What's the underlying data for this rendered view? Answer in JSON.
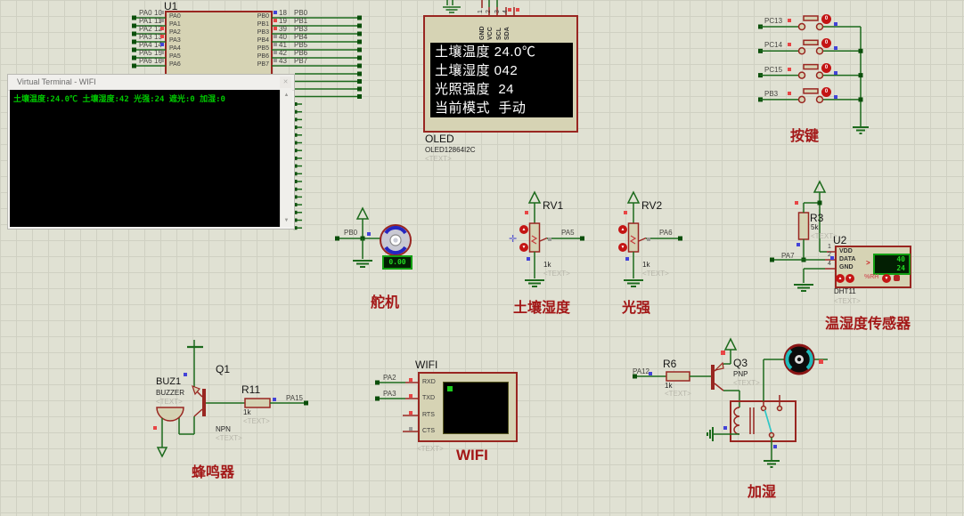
{
  "colors": {
    "wire_green": "#1c6a1c",
    "component_red": "#992621",
    "label_red": "#a31717",
    "terminal_text": "#00c800",
    "indicator_red": "#e84545",
    "indicator_blue": "#4343d8",
    "indicator_gray": "#9b9b97",
    "display_green": "#22d822"
  },
  "icons": {
    "close": "✕",
    "scroll_up": "▲",
    "scroll_down": "▼",
    "up": "▲",
    "down": "▼",
    "origin": "✛",
    "pointer": ">"
  },
  "u1": {
    "ref": "U1",
    "left_pins": [
      {
        "name": "PA0",
        "num": "10",
        "ind": "gray"
      },
      {
        "name": "PA1",
        "num": "11",
        "ind": "gray"
      },
      {
        "name": "PA2",
        "num": "12",
        "ind": "red"
      },
      {
        "name": "PA3",
        "num": "13",
        "ind": "red"
      },
      {
        "name": "PA4",
        "num": "14",
        "ind": "blue"
      },
      {
        "name": "PA5",
        "num": "15",
        "ind": "gray"
      },
      {
        "name": "PA6",
        "num": "16",
        "ind": "gray"
      }
    ],
    "right_pins": [
      {
        "name": "PB0",
        "num": "18",
        "ind": "blue"
      },
      {
        "name": "PB1",
        "num": "19",
        "ind": "red"
      },
      {
        "name": "PB3",
        "num": "39",
        "ind": "red"
      },
      {
        "name": "PB4",
        "num": "40",
        "ind": "gray"
      },
      {
        "name": "PB5",
        "num": "41",
        "ind": "gray"
      },
      {
        "name": "PB6",
        "num": "42",
        "ind": "gray"
      },
      {
        "name": "PB7",
        "num": "43",
        "ind": "gray"
      }
    ]
  },
  "terminal": {
    "title": "Virtual Terminal - WIFI",
    "output": "土壤温度:24.0℃ 土壤湿度:42 光强:24 遮光:0 加湿:0"
  },
  "oled": {
    "ref": "OLED",
    "part": "OLED12864I2C",
    "text_placeholder": "<TEXT>",
    "pin_nums": [
      "1",
      "2",
      "3",
      "4"
    ],
    "pin_names": [
      "GND",
      "VCC",
      "SCL",
      "SDA"
    ],
    "lines": [
      "土壤温度 24.0℃",
      "土壤湿度 042",
      "光照强度  24",
      "当前模式  手动"
    ]
  },
  "keys": {
    "label": "按键",
    "state": "0",
    "nets": [
      "PC13",
      "PC14",
      "PC15",
      "PB3"
    ]
  },
  "servo": {
    "net": "PB0",
    "value": "0.00",
    "label": "舵机"
  },
  "rv1": {
    "ref": "RV1",
    "value": "1k",
    "text_placeholder": "<TEXT>",
    "net": "PA5",
    "label": "土壤湿度"
  },
  "rv2": {
    "ref": "RV2",
    "value": "1k",
    "text_placeholder": "<TEXT>",
    "net": "PA6",
    "label": "光强"
  },
  "dht": {
    "r_ref": "R3",
    "r_val": "5k",
    "text_placeholder": "<TEXT>",
    "ref": "U2",
    "part": "DHT11",
    "net": "PA7",
    "temp": "40",
    "hum": "24",
    "rh_label": "%RH",
    "label": "温湿度传感器",
    "pins": [
      {
        "num": "1",
        "name": "VDD"
      },
      {
        "num": "2",
        "name": "DATA"
      },
      {
        "num": "4",
        "name": "GND"
      }
    ]
  },
  "buzzer": {
    "ref": "BUZ1",
    "part": "BUZZER",
    "q_ref": "Q1",
    "q_part": "NPN",
    "r_ref": "R11",
    "r_val": "1k",
    "net": "PA15",
    "text_placeholder": "<TEXT>",
    "label": "蜂鸣器"
  },
  "wifi": {
    "ref": "WIFI",
    "pins": [
      "RXD",
      "TXD",
      "RTS",
      "CTS"
    ],
    "nets": [
      "PA2",
      "PA3"
    ],
    "text_placeholder": "<TEXT>",
    "label": "WIFI"
  },
  "humid": {
    "net": "PA12",
    "r_ref": "R6",
    "r_val": "1k",
    "q_ref": "Q3",
    "q_part": "PNP",
    "text_placeholder": "<TEXT>",
    "label": "加湿"
  }
}
